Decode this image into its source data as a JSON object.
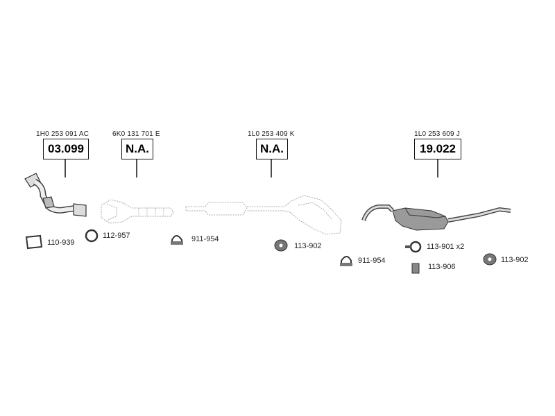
{
  "components": [
    {
      "oe_number": "1H0 253 091 AC",
      "part_number": "03.099"
    },
    {
      "oe_number": "6K0 131 701 E",
      "part_number": "N.A."
    },
    {
      "oe_number": "1L0 253 409 K",
      "part_number": "N.A."
    },
    {
      "oe_number": "1L0 253 609 J",
      "part_number": "19.022"
    }
  ],
  "fittings": [
    {
      "code": "110-939",
      "icon": "gasket-icon"
    },
    {
      "code": "112-957",
      "icon": "ring-icon"
    },
    {
      "code": "911-954",
      "icon": "clamp-icon"
    },
    {
      "code": "113-902",
      "icon": "rubber-mount-icon"
    },
    {
      "code": "911-954",
      "icon": "clamp-icon"
    },
    {
      "code": "113-901 x2",
      "icon": "hanger-icon"
    },
    {
      "code": "113-906",
      "icon": "bushing-icon"
    },
    {
      "code": "113-902",
      "icon": "rubber-mount-icon"
    }
  ],
  "colors": {
    "line": "#111111",
    "ghost": "#9a9a9a",
    "part_fill": "#8a8a8a"
  }
}
